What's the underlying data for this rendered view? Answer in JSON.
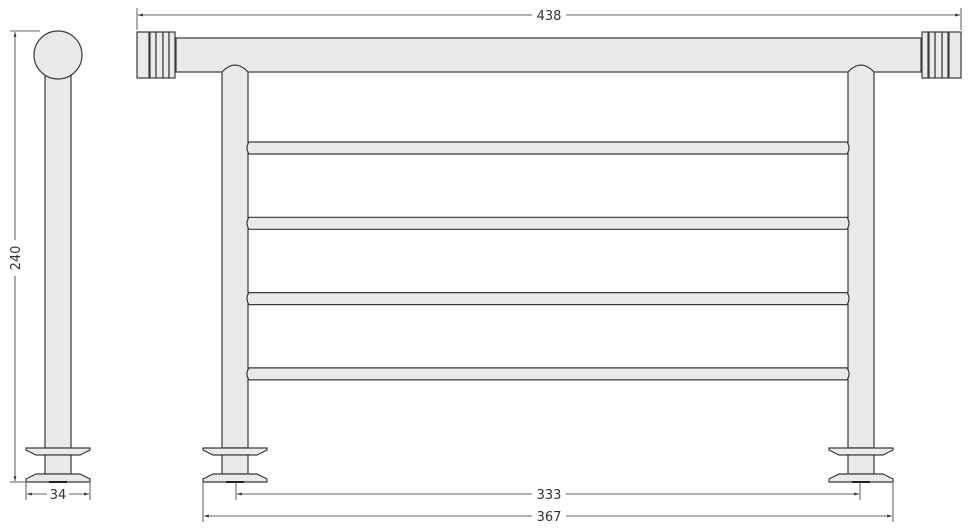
{
  "drawing": {
    "dimensions": {
      "overall_width": "438",
      "height": "240",
      "base_diameter": "34",
      "post_spacing": "333",
      "base_spacing": "367"
    },
    "horizontal_bar_count": 4,
    "colors": {
      "part_fill": "#e9eae9",
      "line": "#3a3a3a"
    }
  }
}
